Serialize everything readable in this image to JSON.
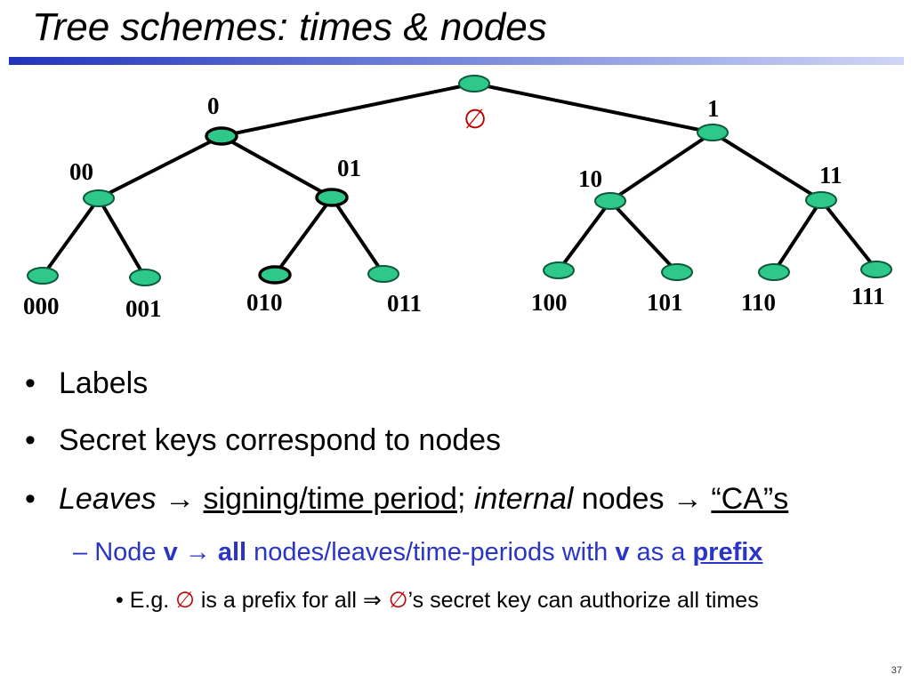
{
  "title": "Tree schemes: times & nodes",
  "tree": {
    "root_symbol": "∅",
    "labels": {
      "n0": "0",
      "n1": "1",
      "n00": "00",
      "n01": "01",
      "n10": "10",
      "n11": "11",
      "n000": "000",
      "n001": "001",
      "n010": "010",
      "n011": "011",
      "n100": "100",
      "n101": "101",
      "n110": "110",
      "n111": "111"
    }
  },
  "bullets": {
    "b1": "Labels",
    "b2": "Secret keys correspond to nodes",
    "b3": {
      "leaves": "Leaves",
      "arrow1": " → ",
      "signing": "signing/time period",
      "semi": "; ",
      "internal": "internal",
      "nodes": " nodes → ",
      "ca": "“CA”s"
    },
    "b4": {
      "dash": "– ",
      "node": "Node ",
      "v1": "v",
      "arrow": " → ",
      "all": "all",
      "rest": " nodes/leaves/time-periods with ",
      "v2": "v",
      "asa": " as a ",
      "prefix": "prefix"
    },
    "b5": {
      "eg": "E.g. ",
      "empty1": "∅",
      "mid": "  is a prefix for all ",
      "implies": "⇒ ",
      "empty2": "∅",
      "end": "’s secret key can authorize all times"
    }
  },
  "page_number": "37"
}
